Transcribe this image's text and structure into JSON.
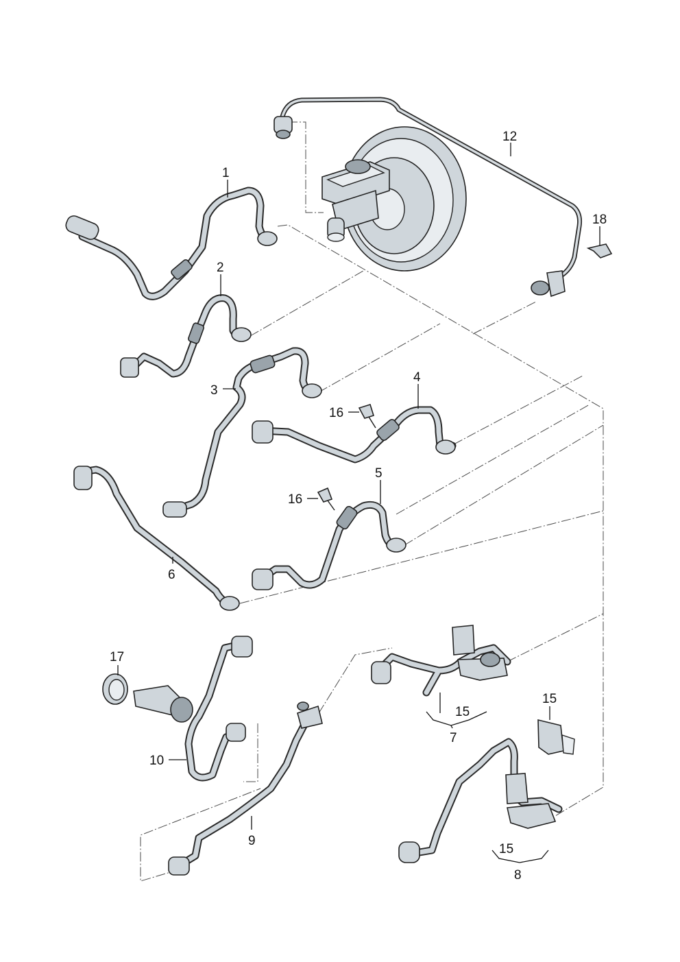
{
  "callouts": {
    "c1": "1",
    "c2": "2",
    "c3": "3",
    "c4": "4",
    "c5": "5",
    "c6": "6",
    "c7": "7",
    "c8": "8",
    "c9": "9",
    "c10": "10",
    "c12": "12",
    "c15a": "15",
    "c15b": "15",
    "c15c": "15",
    "c16a": "16",
    "c16b": "16",
    "c17": "17",
    "c18": "18"
  }
}
